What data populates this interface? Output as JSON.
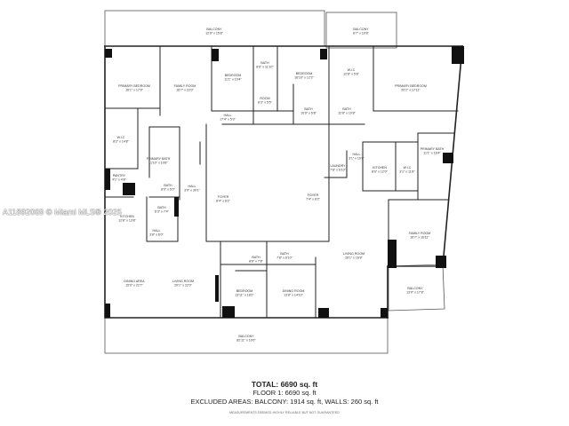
{
  "rooms": {
    "balcony_top_left": {
      "name": "BALCONY",
      "dims": "12'0\" x 15'8\""
    },
    "balcony_top_right": {
      "name": "BALCONY",
      "dims": "6'7\" x 10'8\""
    },
    "primary_bedroom_left": {
      "name": "PRIMARY BEDROOM",
      "dims": "16'1\" x 17'9\""
    },
    "family_room_left": {
      "name": "FAMILY ROOM",
      "dims": "16'7\" x 22'0\""
    },
    "bedroom_upper": {
      "name": "BEDROOM",
      "dims": "11'1\" x 10'4\""
    },
    "bath_upper": {
      "name": "BATH",
      "dims": "8'6\" x 11'10\""
    },
    "bedroom_upper_right": {
      "name": "BEDROOM",
      "dims": "16'10\" x 12'2\""
    },
    "wic_upper": {
      "name": "W.I.C",
      "dims": "12'8\" x 5'8\""
    },
    "primary_bedroom_right": {
      "name": "PRIMARY BEDROOM",
      "dims": "20'2\" x 17'11\""
    },
    "room_small": {
      "name": "ROOM",
      "dims": "6'3\" x 5'5\""
    },
    "hall_upper": {
      "name": "HALL",
      "dims": "17'4\" x 5'3\""
    },
    "bath_center": {
      "name": "BATH",
      "dims": "10'0\" x 6'8\""
    },
    "bath_center_right": {
      "name": "BATH",
      "dims": "12'8\" x 10'8\""
    },
    "wic_left": {
      "name": "W.I.C",
      "dims": "8'2\" x 14'8\""
    },
    "primary_bath_left": {
      "name": "PRIMARY BATH",
      "dims": "11'10\" x 10'8\""
    },
    "hall_right": {
      "name": "HALL",
      "dims": "3'1\" x 10'8\""
    },
    "kitchen_right": {
      "name": "KITCHEN",
      "dims": "8'0\" x 12'0\""
    },
    "wic_right": {
      "name": "W.I.C",
      "dims": "3'1\" x 11'8\""
    },
    "primary_bath_right": {
      "name": "PRIMARY BATH",
      "dims": "11'1\" x 16'4\""
    },
    "laundry": {
      "name": "LAUNDRY",
      "dims": "7'8\" x 6'10\""
    },
    "pantry": {
      "name": "PANTRY",
      "dims": "4'1\" x 4'8\""
    },
    "bath_left_small": {
      "name": "BATH",
      "dims": "8'0\" x 5'0\""
    },
    "hall_left": {
      "name": "HALL",
      "dims": "3'0\" x 30'1\""
    },
    "foyer_left": {
      "name": "FOYER",
      "dims": "8'4\" x 8'2\""
    },
    "foyer_right": {
      "name": "FOYER",
      "dims": "7'4\" x 8'2\""
    },
    "kitchen_left": {
      "name": "KITCHEN",
      "dims": "12'8\" x 13'8\""
    },
    "bath_left_mid": {
      "name": "BATH",
      "dims": "6'3\" x 7'4\""
    },
    "hall_left_small": {
      "name": "HALL",
      "dims": "3'8\" x 6'0\""
    },
    "family_room_right": {
      "name": "FAMILY ROOM",
      "dims": "16'7\" x 16'11\""
    },
    "living_room_right": {
      "name": "LIVING ROOM",
      "dims": "26'1\" x 16'8\""
    },
    "bath_lower_left": {
      "name": "BATH",
      "dims": "8'6\" x 7'8\""
    },
    "bath_lower_right": {
      "name": "BATH",
      "dims": "7'8\" x 6'10\""
    },
    "dining_area": {
      "name": "DINING AREA",
      "dims": "15'0\" x 22'7\""
    },
    "living_room_left": {
      "name": "LIVING ROOM",
      "dims": "20'1\" x 22'0\""
    },
    "bedroom_lower": {
      "name": "BEDROOM",
      "dims": "13'11\" x 18'2\""
    },
    "dining_room": {
      "name": "DINING ROOM",
      "dims": "13'8\" x 14'10\""
    },
    "balcony_right": {
      "name": "BALCONY",
      "dims": "13'0\" x 17'8\""
    },
    "balcony_bottom": {
      "name": "BALCONY",
      "dims": "82'11\" x 10'0\""
    }
  },
  "watermark": "A11892069 © Miami MLS® 2025",
  "summary": {
    "total": "TOTAL: 6690 sq. ft",
    "floor": "FLOOR 1: 6690 sq. ft",
    "excluded": "EXCLUDED AREAS: BALCONY: 1914 sq. ft, WALLS: 260 sq. ft",
    "note": "MEASUREMENTS DEEMED HIGHLY RELIABLE BUT NOT GUARANTEED"
  }
}
